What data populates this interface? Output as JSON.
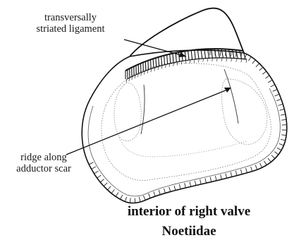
{
  "labels": {
    "ligament_line1": "transversally",
    "ligament_line2": "striated ligament",
    "ridge_line1": "ridge along",
    "ridge_line2": "adductor scar"
  },
  "caption": {
    "line1": "interior of right valve",
    "line2": "Noetiidae"
  }
}
